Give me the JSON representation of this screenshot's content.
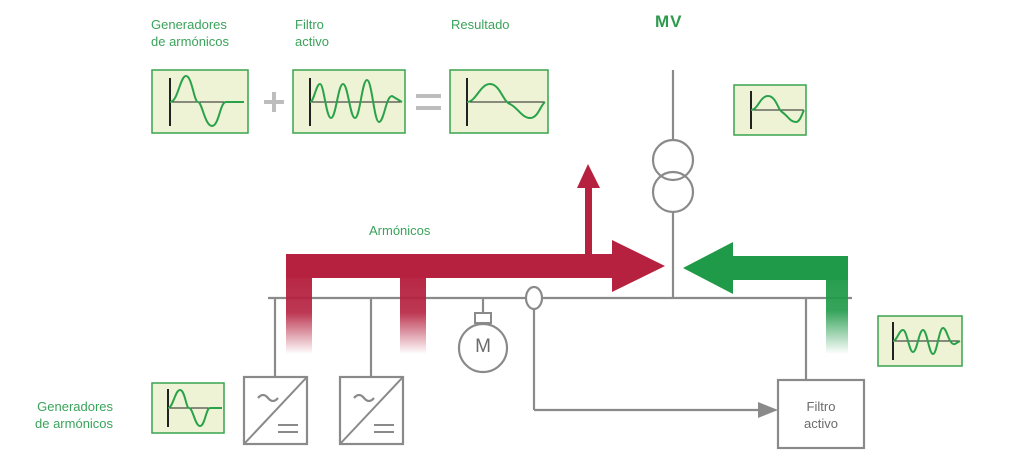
{
  "labels": {
    "gen_top": [
      "Generadores",
      "de armónicos"
    ],
    "filter_top": [
      "Filtro",
      "activo"
    ],
    "result_top": "Resultado",
    "mv": "MV",
    "harmonics": "Armónicos",
    "gen_bottom": [
      "Generadores",
      "de armónicos"
    ],
    "filter_box": [
      "Filtro",
      "activo"
    ],
    "motor": "M"
  },
  "colors": {
    "harmonic_arrow": "#b5213f",
    "filter_arrow": "#1f9a48",
    "wave": "#2aa24a",
    "panel_bg": "#eef3d6",
    "panel_border": "#39a34e",
    "line": "#8a8a8a"
  }
}
